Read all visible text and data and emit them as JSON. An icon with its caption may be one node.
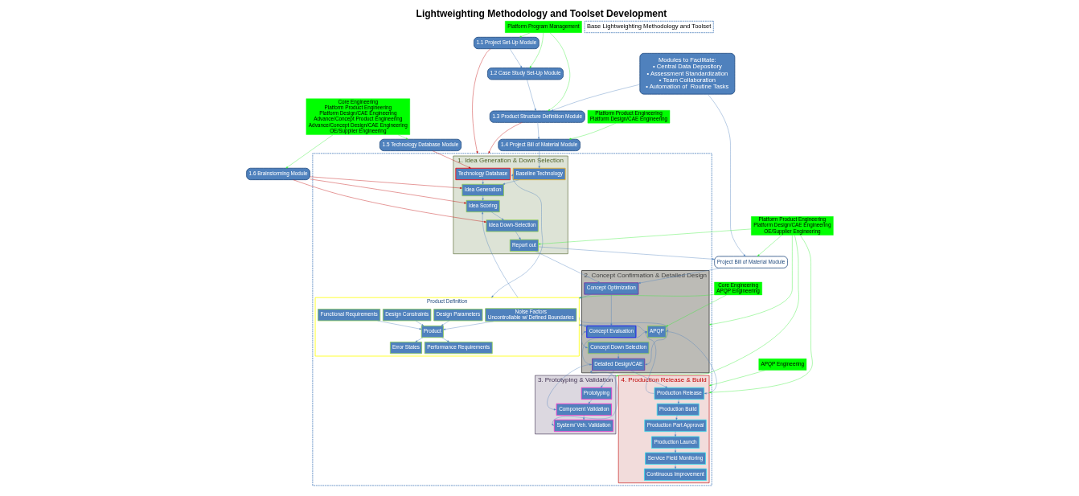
{
  "diagram": {
    "title": "Lightweighting Methodology and Toolset Development",
    "nodes": [
      {
        "text": [
          "Modules to Facilitate:",
          "• Central Data Depository",
          "• Assessment Standardization",
          "• Team Collaboration",
          "• Automation of  Routine Tasks"
        ]
      },
      {
        "text": [
          "Platform Program Management"
        ]
      },
      {
        "text": [
          "1.1 Project Set-Up Module"
        ]
      },
      {
        "text": [
          "Core Engineering",
          "APQP Engineering"
        ]
      },
      {
        "text": [
          "1.4 Project Bill of Material Module"
        ]
      },
      {
        "text": [
          "1.3 Product Structure Definition Module"
        ]
      },
      {
        "text": [
          "1.2 Case Study Set-Up Module"
        ]
      },
      {
        "text": [
          "Platform Product Engineering",
          "Platform Design/CAE Engineering"
        ]
      },
      {
        "text": [
          "Base Lightweighting Methodology and Toolset"
        ]
      },
      {
        "text": [],
        "shape": "box"
      },
      {
        "text": [
          "1. Idea Generation & Down Selection"
        ],
        "in": 9
      },
      {
        "text": [
          "Technology Database"
        ],
        "in": 10
      },
      {
        "text": [
          "Baseline Technology"
        ],
        "in": 10
      },
      {
        "text": [
          "Idea Generation"
        ],
        "in": 10
      },
      {
        "text": [
          "Idea Scoring"
        ],
        "in": 10
      },
      {
        "text": [
          "Idea Down-Selection"
        ],
        "in": 10
      },
      {
        "text": [
          "Report out"
        ],
        "in": 10
      },
      {
        "text": [
          "Product Definition"
        ],
        "in": 9
      },
      {
        "text": [
          "Noise Factors",
          "Uncontrollable w/ Defined Boundaries"
        ],
        "in": 17
      },
      {
        "text": [
          "Functional Requirements"
        ],
        "in": 17
      },
      {
        "text": [
          "Product"
        ],
        "in": 17
      },
      {
        "text": [
          "Performance Requirements"
        ],
        "in": 17
      },
      {
        "text": [
          "Design Parameters"
        ],
        "in": 17
      },
      {
        "text": [
          "Design Constraints"
        ],
        "in": 17
      },
      {
        "text": [
          "Error States"
        ],
        "in": 17
      },
      {
        "text": [
          "2. Concept Confirmation & Detailed Design"
        ],
        "in": 9
      },
      {
        "text": [
          "APQP"
        ],
        "in": 25
      },
      {
        "text": [
          "Concept Down Selection"
        ],
        "in": 25
      },
      {
        "text": [
          "Detailed Design/CAE"
        ],
        "in": 25
      },
      {
        "text": [
          "Concept Optimization"
        ],
        "in": 25
      },
      {
        "text": [
          "Concept Evaluation"
        ],
        "in": 25
      },
      {
        "text": [
          "3. Prototyping & Validation"
        ],
        "in": 9
      },
      {
        "text": [
          "Prototyping"
        ],
        "in": 31
      },
      {
        "text": [
          "Component Validation"
        ],
        "in": 31
      },
      {
        "text": [
          "System/ Veh. Validation"
        ],
        "in": 31
      },
      {
        "text": [
          "4. Production Release & Build"
        ],
        "in": 9
      },
      {
        "text": [
          "Production Release"
        ],
        "in": 35
      },
      {
        "text": [
          "Production Build"
        ],
        "in": 35
      },
      {
        "text": [
          "Production Part Approval"
        ],
        "in": 35
      },
      {
        "text": [
          "Production Launch"
        ],
        "in": 35
      },
      {
        "text": [
          "Service Field Monitoring"
        ],
        "in": 35
      },
      {
        "text": [
          "Continuous Improvement"
        ],
        "in": 35
      },
      {
        "text": [
          "1.5 Technology Database Module"
        ]
      },
      {
        "text": [
          "1.6 Brainstorming Module"
        ]
      },
      {
        "text": [
          "Core Engineering",
          "Platform Product Engineering",
          "Platform Design/CAE Engineering",
          "Advance/Concept Product Engineering",
          "Advance/Concept Design/CAE Engineering",
          "OE/Supplier Engineering"
        ]
      },
      {
        "text": [
          "APQP Engineering"
        ]
      },
      {
        "text": [
          "Project Bill of Material Module"
        ]
      },
      {
        "text": [
          "Platform Product Engineering",
          "Platform Design/CAE Engineering",
          "OE/Supplier Engineering"
        ]
      }
    ],
    "edges": [
      {
        "from": 1,
        "to": 2,
        "arrow": "to",
        "color": "#33ee33"
      },
      {
        "from": 1,
        "to": 5,
        "arrow": "to",
        "color": "#33ee33"
      },
      {
        "from": 1,
        "to": 6,
        "arrow": "to",
        "color": "#33ee33"
      },
      {
        "from": 2,
        "to": 6,
        "arrow": "to"
      },
      {
        "from": 6,
        "to": 5,
        "arrow": "to"
      },
      {
        "from": 5,
        "to": 4,
        "arrow": "to"
      },
      {
        "from": 0,
        "to": 5,
        "arrow": "to"
      },
      {
        "from": 0,
        "to": 46,
        "arrow": "to"
      },
      {
        "from": 2,
        "to": 9,
        "arrow": "to",
        "color": "#c00000"
      },
      {
        "from": 5,
        "to": 9,
        "arrow": "to",
        "color": "#c00000"
      },
      {
        "from": 3,
        "to": 17,
        "arrow": "to",
        "color": "#33ee33"
      },
      {
        "from": 3,
        "to": 26,
        "arrow": "to",
        "color": "#33ee33"
      },
      {
        "from": 7,
        "to": 4,
        "arrow": "to",
        "color": "#33ee33"
      },
      {
        "from": 4,
        "to": 12,
        "arrow": "to"
      },
      {
        "from": 42,
        "to": 11,
        "arrow": "to",
        "color": "#c00000"
      },
      {
        "from": 43,
        "to": 13,
        "arrow": "to",
        "color": "#c00000"
      },
      {
        "from": 43,
        "to": 14,
        "arrow": "to",
        "color": "#c00000"
      },
      {
        "from": 43,
        "to": 15,
        "arrow": "to",
        "color": "#c00000"
      },
      {
        "from": 11,
        "to": 13,
        "arrow": "to"
      },
      {
        "from": 12,
        "to": 17,
        "arrow": "both"
      },
      {
        "from": 12,
        "to": 13,
        "arrow": "to"
      },
      {
        "from": 13,
        "to": 14,
        "arrow": "to"
      },
      {
        "from": 14,
        "to": 15,
        "arrow": "to"
      },
      {
        "from": 15,
        "to": 16,
        "arrow": "to"
      },
      {
        "from": 17,
        "to": 14,
        "arrow": "to"
      },
      {
        "from": 18,
        "to": 20,
        "arrow": "to"
      },
      {
        "from": 19,
        "to": 20,
        "arrow": "to"
      },
      {
        "from": 20,
        "to": 21,
        "arrow": "to"
      },
      {
        "from": 22,
        "to": 20,
        "arrow": "to"
      },
      {
        "from": 23,
        "to": 20,
        "arrow": "to"
      },
      {
        "from": 20,
        "to": 24,
        "arrow": "to"
      },
      {
        "from": 16,
        "to": 29,
        "arrow": "to"
      },
      {
        "from": 16,
        "to": 46,
        "arrow": "to"
      },
      {
        "from": 46,
        "to": 29,
        "arrow": "to"
      },
      {
        "from": 29,
        "to": 17,
        "arrow": "to"
      },
      {
        "from": 29,
        "to": 30,
        "arrow": "to"
      },
      {
        "from": 17,
        "to": 26,
        "arrow": "to"
      },
      {
        "from": 26,
        "to": 17,
        "arrow": "to"
      },
      {
        "from": 17,
        "to": 30,
        "arrow": "to"
      },
      {
        "from": 30,
        "to": 27,
        "arrow": "both"
      },
      {
        "from": 27,
        "to": 28,
        "arrow": "to"
      },
      {
        "from": 26,
        "to": 28,
        "arrow": "to"
      },
      {
        "from": 28,
        "to": 26,
        "arrow": "to"
      },
      {
        "from": 26,
        "to": 36,
        "arrow": "to"
      },
      {
        "from": 36,
        "to": 26,
        "arrow": "to"
      },
      {
        "from": 28,
        "to": 36,
        "arrow": "to"
      },
      {
        "from": 28,
        "to": 32,
        "arrow": "to"
      },
      {
        "from": 32,
        "to": 33,
        "arrow": "to"
      },
      {
        "from": 33,
        "to": 34,
        "arrow": "to"
      },
      {
        "from": 28,
        "to": 33,
        "arrow": "both"
      },
      {
        "from": 28,
        "to": 34,
        "arrow": "both"
      },
      {
        "from": 36,
        "to": 37,
        "arrow": "to"
      },
      {
        "from": 37,
        "to": 38,
        "arrow": "to"
      },
      {
        "from": 38,
        "to": 39,
        "arrow": "to"
      },
      {
        "from": 39,
        "to": 40,
        "arrow": "to"
      },
      {
        "from": 40,
        "to": 41,
        "arrow": "to"
      },
      {
        "from": 45,
        "to": 35,
        "arrow": "to",
        "color": "#33ee33"
      },
      {
        "from": 44,
        "to": 42,
        "arrow": "to",
        "color": "#33ee33"
      },
      {
        "from": 44,
        "to": 43,
        "arrow": "to",
        "color": "#33ee33"
      },
      {
        "from": 47,
        "to": 16,
        "arrow": "to",
        "color": "#33ee33"
      },
      {
        "from": 47,
        "to": 46,
        "arrow": "to",
        "color": "#33ee33"
      },
      {
        "from": 47,
        "to": 25,
        "arrow": "to",
        "color": "#33ee33"
      },
      {
        "from": 47,
        "to": 31,
        "arrow": "to",
        "color": "#33ee33"
      },
      {
        "from": 47,
        "to": 35,
        "arrow": "to",
        "color": "#33ee33"
      }
    ]
  }
}
